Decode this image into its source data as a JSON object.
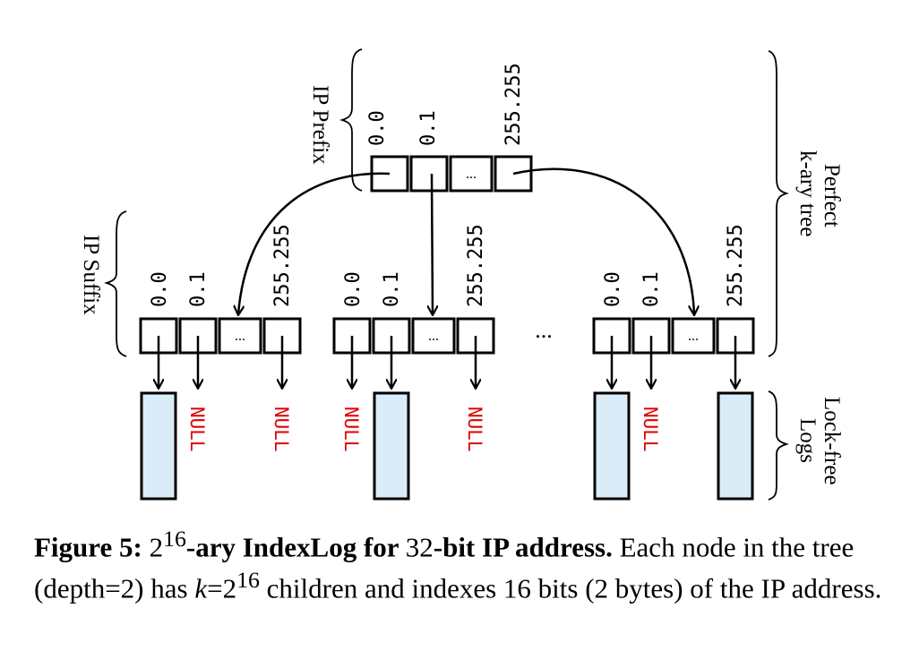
{
  "diagram": {
    "prefix_label": "IP Prefix",
    "suffix_label": "IP Suffix",
    "tree_label_line1": "Perfect",
    "tree_label_line2": "k-ary tree",
    "logs_label_line1": "Lock-free",
    "logs_label_line2": "Logs",
    "cell_labels": [
      "0.0",
      "0.1",
      "255.255"
    ],
    "ellipsis_cell": "...",
    "between_nodes": "...",
    "null_text": "NULL"
  },
  "caption": {
    "figure": "Figure 5:",
    "base": "2",
    "exp": "16",
    "title_rest": "-ary IndexLog for ",
    "bits": "32",
    "title_end": "-bit IP address.",
    "body_1": " Each node in the tree (depth=2) has ",
    "k": "k",
    "eq": "=2",
    "exp2": "16",
    "body_2": " children and indexes 16 bits (2 bytes) of the IP address."
  }
}
